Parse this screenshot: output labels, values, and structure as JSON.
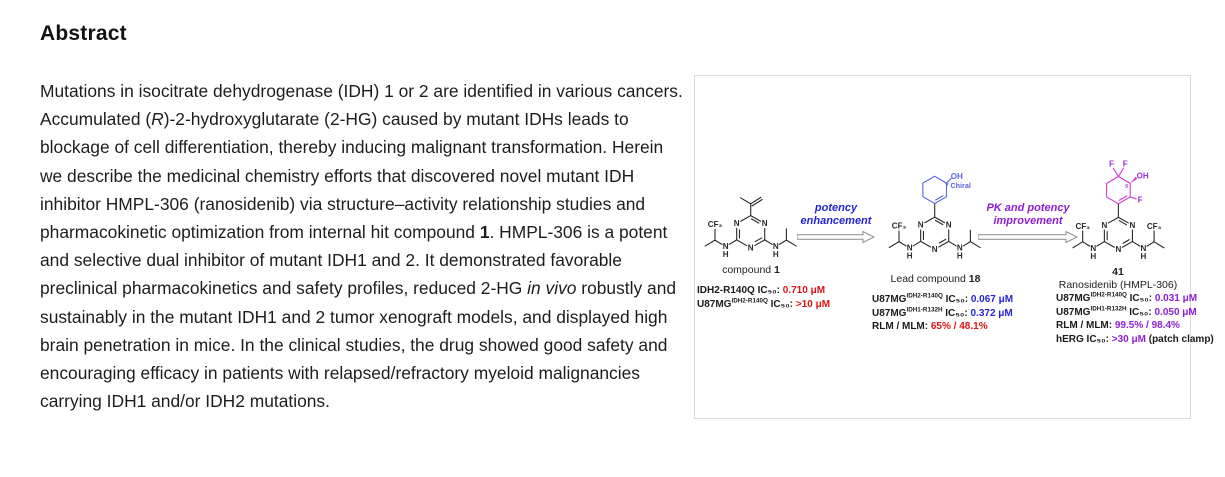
{
  "heading": "Abstract",
  "abstract": {
    "parts": [
      "Mutations in isocitrate dehydrogenase (IDH) 1 or 2 are identified in various cancers. Accumulated (",
      "R",
      ")-2-hydroxyglutarate (2-HG) caused by mutant IDHs leads to blockage of cell differentiation, thereby inducing malignant transformation. Herein we describe the medicinal chemistry efforts that discovered novel mutant IDH inhibitor HMPL-306 (ranosidenib) via structure–activity relationship studies and pharmacokinetic optimization from internal hit compound ",
      "1",
      ". HMPL-306 is a potent and selective dual inhibitor of mutant IDH1 and 2. It demonstrated favorable preclinical pharmacokinetics and safety profiles, reduced 2-HG ",
      "in vivo",
      " robustly and sustainably in the mutant IDH1 and 2 tumor xenograft models, and displayed high brain penetration in mice. In the clinical studies, the drug showed good safety and encouraging efficacy in patients with relapsed/refractory myeloid malignancies carrying IDH1 and/or IDH2 mutations."
    ]
  },
  "figure": {
    "arrows": [
      {
        "line1": "potency",
        "line2": "enhancement"
      },
      {
        "line1": "PK and potency",
        "line2": "improvement"
      }
    ],
    "compounds": [
      {
        "name_prefix": "compound ",
        "name_bold": "1",
        "subtitle": "",
        "assays": [
          {
            "pre": "IDH2-R140Q IC₅₀: ",
            "sup": "",
            "mid": "",
            "value": "0.710 μM",
            "post": ""
          },
          {
            "pre": "U87MG",
            "sup": "IDH2-R140Q",
            "mid": " IC₅₀: ",
            "value": ">10 μM",
            "post": ""
          }
        ]
      },
      {
        "name_prefix": "Lead compound ",
        "name_bold": "18",
        "subtitle": "",
        "assays": [
          {
            "pre": "U87MG",
            "sup": "IDH2-R140Q",
            "mid": " IC₅₀: ",
            "value": "0.067 μM",
            "post": ""
          },
          {
            "pre": "U87MG",
            "sup": "IDH1-R132H",
            "mid": " IC₅₀: ",
            "value": "0.372 μM",
            "post": ""
          },
          {
            "pre": "RLM / MLM: ",
            "sup": "",
            "mid": "",
            "value": "65% / 48.1%",
            "post": ""
          }
        ]
      },
      {
        "name_prefix": "",
        "name_bold": "41",
        "subtitle": "Ranosidenib (HMPL-306)",
        "assays": [
          {
            "pre": "U87MG",
            "sup": "IDH2-R140Q",
            "mid": " IC₅₀: ",
            "value": "0.031 μM",
            "post": ""
          },
          {
            "pre": "U87MG",
            "sup": "IDH1-R132H",
            "mid": " IC₅₀: ",
            "value": "0.050 μM",
            "post": ""
          },
          {
            "pre": "RLM / MLM: ",
            "sup": "",
            "mid": "",
            "value": "99.5% / 98.4%",
            "post": ""
          },
          {
            "pre": "hERG IC₅₀: ",
            "sup": "",
            "mid": "",
            "value": ">30 μM",
            "post": " (patch clamp)"
          }
        ]
      }
    ]
  },
  "atoms": {
    "n": "N",
    "h": "H",
    "cf3": "CF₃",
    "oh": "OH",
    "f": "F",
    "star": "*",
    "chiral": "Chiral",
    "s": "S"
  },
  "colors": {
    "red": "#e01212",
    "blue": "#2424d6",
    "purple": "#8d1fd4",
    "labelpurple": "#9a30e0",
    "magenta": "#cf3ecf",
    "ringblue": "#5a66e0",
    "border": "#dadada"
  }
}
